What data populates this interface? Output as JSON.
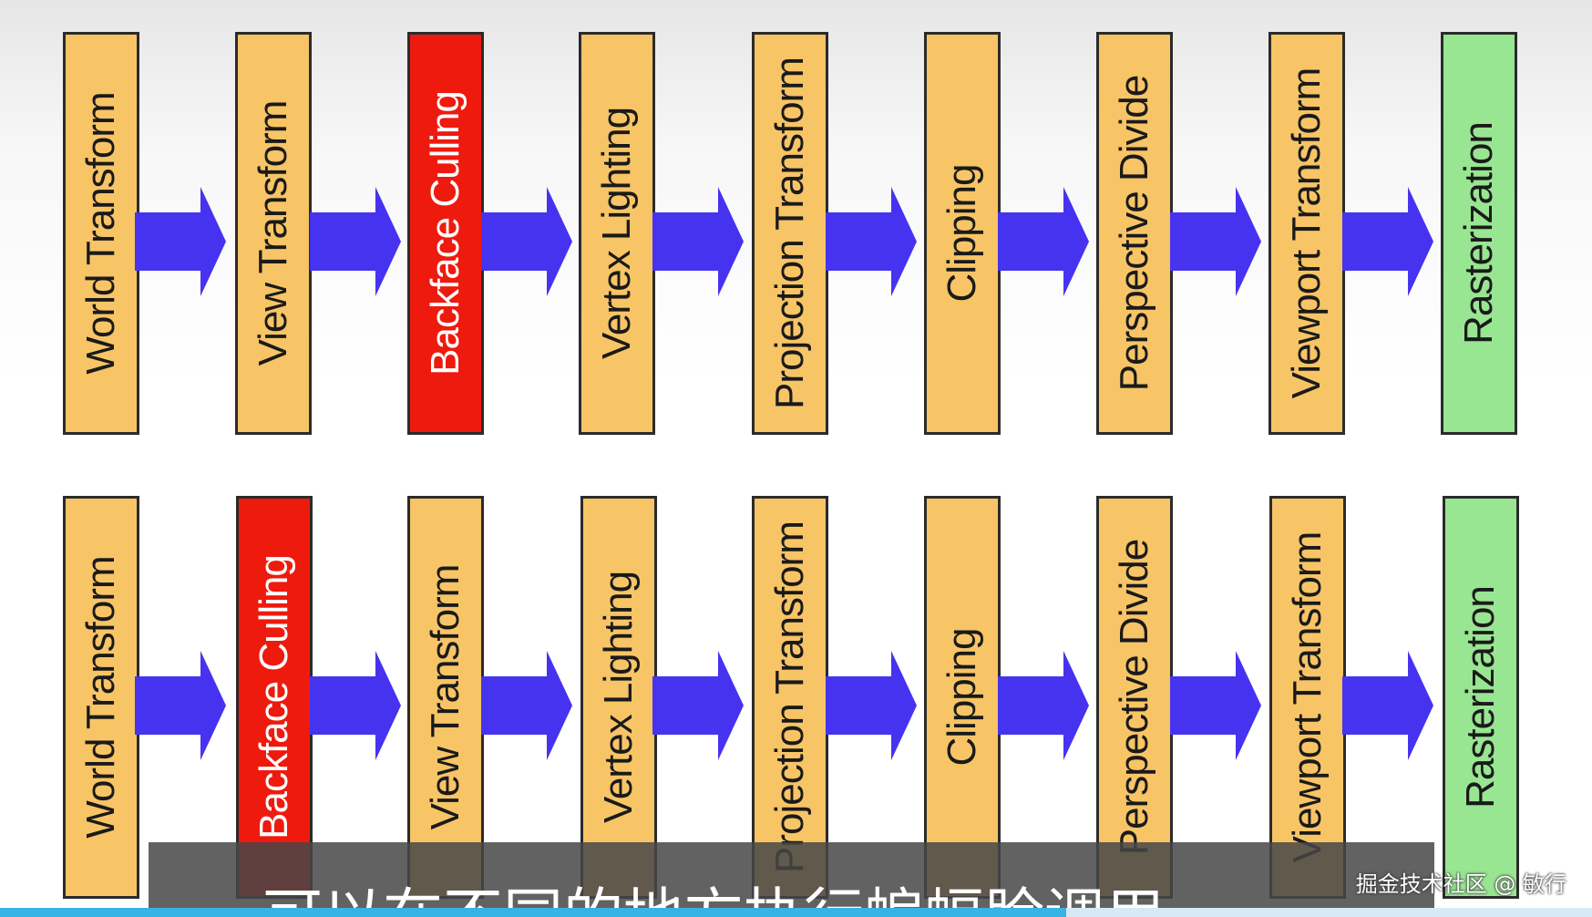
{
  "pipelines": [
    {
      "stages": [
        {
          "label": "World Transform",
          "color": "#f7c466"
        },
        {
          "label": "View Transform",
          "color": "#f7c466"
        },
        {
          "label": "Backface Culling",
          "color": "#ee1a0e"
        },
        {
          "label": "Vertex Lighting",
          "color": "#f7c466"
        },
        {
          "label": "Projection Transform",
          "color": "#f7c466"
        },
        {
          "label": "Clipping",
          "color": "#f7c466"
        },
        {
          "label": "Perspective Divide",
          "color": "#f7c466"
        },
        {
          "label": "Viewport Transform",
          "color": "#f7c466"
        },
        {
          "label": "Rasterization",
          "color": "#98e592"
        }
      ]
    },
    {
      "stages": [
        {
          "label": "World Transform",
          "color": "#f7c466"
        },
        {
          "label": "Backface Culling",
          "color": "#ee1a0e"
        },
        {
          "label": "View Transform",
          "color": "#f7c466"
        },
        {
          "label": "Vertex Lighting",
          "color": "#f7c466"
        },
        {
          "label": "Projection Transform",
          "color": "#f7c466"
        },
        {
          "label": "Clipping",
          "color": "#f7c466"
        },
        {
          "label": "Perspective Divide",
          "color": "#f7c466"
        },
        {
          "label": "Viewport Transform",
          "color": "#f7c466"
        },
        {
          "label": "Rasterization",
          "color": "#98e592"
        }
      ]
    }
  ],
  "arrow_color": "#4633f0",
  "subtitle": "可以在不同的地方执行蝙蝠脸调用。",
  "watermark": "掘金技术社区 @ 敏行",
  "video_progress": 0.67
}
